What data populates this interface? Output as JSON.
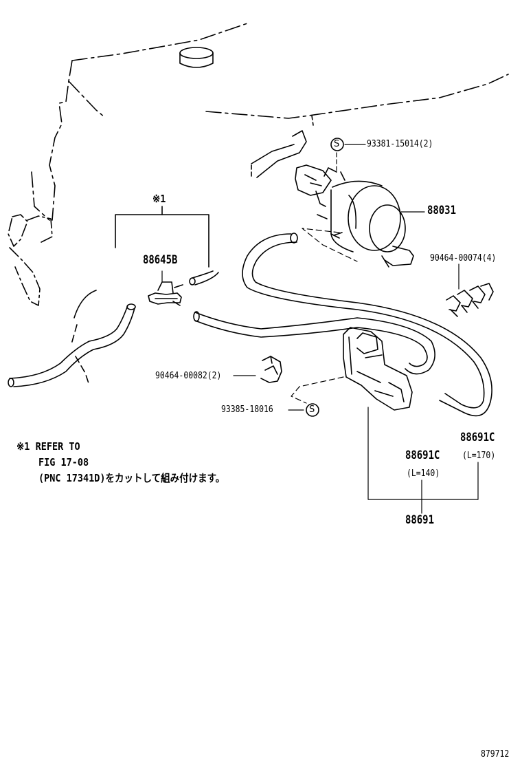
{
  "callouts": {
    "ref_marker": "※1",
    "p_88645B": "88645B",
    "p_93381": "93381-15014(2)",
    "p_88031": "88031",
    "p_90464_74": "90464-00074(4)",
    "p_90464_82": "90464-00082(2)",
    "p_93385": "93385-18016",
    "p_88691C_a": "88691C",
    "p_88691C_a_len": "(L=140)",
    "p_88691C_b": "88691C",
    "p_88691C_b_len": "(L=170)",
    "p_88691": "88691",
    "s_symbol": "S"
  },
  "note": {
    "line1": "※1 REFER TO",
    "line2": "FIG 17-08",
    "line3": "(PNC 17341D)をカットして組み付けます。"
  },
  "figure_id": "879712"
}
